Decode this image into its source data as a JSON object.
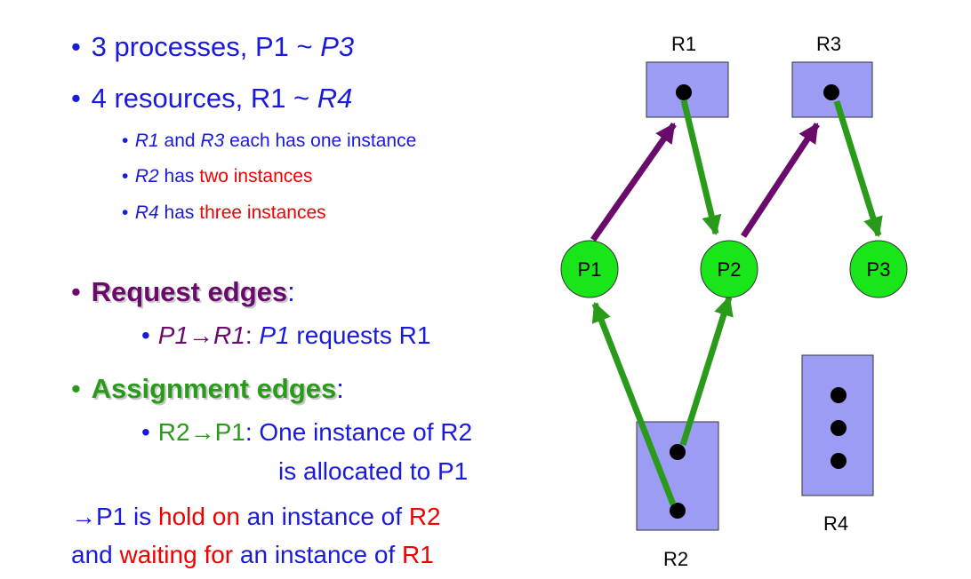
{
  "bullets": {
    "l1": {
      "bullet": "•",
      "a": "3 processes, P1 ~ ",
      "b": "P3"
    },
    "l2": {
      "bullet": "•",
      "a": "4 resources, R1 ~ ",
      "b": "R4"
    },
    "s1": {
      "bullet": "•",
      "a": "R1",
      "b": " and ",
      "c": "R3",
      "d": " each has one instance"
    },
    "s2": {
      "bullet": "•",
      "a": "R2",
      "b": " has ",
      "c": "two instances"
    },
    "s3": {
      "bullet": "•",
      "a": "R4",
      "b": " has ",
      "c": "three instances"
    },
    "req": {
      "bullet": "•",
      "title": "Request edges",
      "colon": ":"
    },
    "reqex": {
      "bullet": "•",
      "a": "P1",
      "arrow": "→",
      "b": "R1",
      "c": ": ",
      "d": "P1",
      "e": " requests R1"
    },
    "asg": {
      "bullet": "•",
      "title": "Assignment edges",
      "colon": ":"
    },
    "asgex": {
      "bullet": "•",
      "a": "R2",
      "arrow": "→",
      "b": "P1",
      "c": ": One instance of R2"
    },
    "asgex2": "is allocated to P1",
    "c1": {
      "arrow": "→",
      "a": "P1 is ",
      "b": "hold on",
      "c": " an instance of ",
      "d": "R2"
    },
    "c2": {
      "a": "and ",
      "b": "waiting for",
      "c": " an instance of ",
      "d": "R1"
    }
  },
  "graph": {
    "processes": [
      "P1",
      "P2",
      "P3"
    ],
    "resources": {
      "r1": "R1",
      "r2": "R2",
      "r3": "R3",
      "r4": "R4"
    },
    "edges": [
      {
        "type": "request",
        "from": "P1",
        "to": "R1"
      },
      {
        "type": "request",
        "from": "P2",
        "to": "R3"
      },
      {
        "type": "assignment",
        "from": "R1",
        "to": "P2"
      },
      {
        "type": "assignment",
        "from": "R3",
        "to": "P3"
      },
      {
        "type": "assignment",
        "from": "R2",
        "to": "P1"
      },
      {
        "type": "assignment",
        "from": "R2",
        "to": "P2"
      }
    ]
  },
  "colors": {
    "text": "#1a1adc",
    "highlight": "#f20000",
    "request_edge": "#6a0a6a",
    "assignment_edge": "#2a9a1a",
    "process_fill": "#19e619",
    "resource_fill": "#9c9cf5"
  }
}
